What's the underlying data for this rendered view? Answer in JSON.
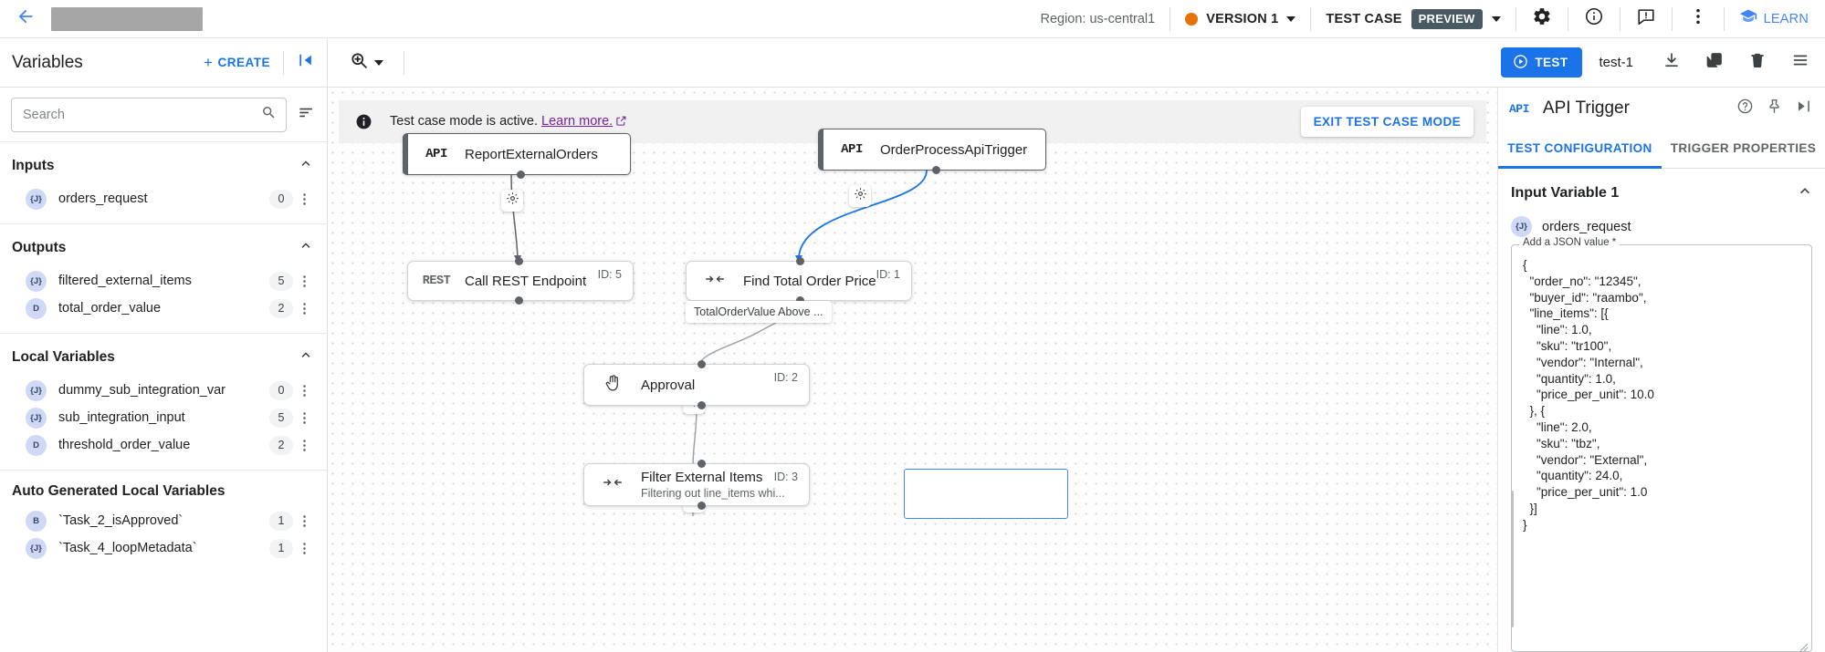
{
  "topbar": {
    "back_icon": "arrow-left-icon",
    "region": "Region: us-central1",
    "version_label": "VERSION 1",
    "version_dot_color": "#e8710a",
    "testcase_label": "TEST CASE",
    "preview_chip": "PREVIEW",
    "icons": [
      "gear-icon",
      "info-icon",
      "feedback-icon",
      "more-vert-icon"
    ],
    "learn_label": "LEARN"
  },
  "secondbar": {
    "panel_title": "Variables",
    "create_label": "CREATE",
    "create_plus": "+",
    "collapse_icon": "collapse-left-icon",
    "zoom_icon": "zoom-icon",
    "test_label": "TEST",
    "test_name": "test-1",
    "tools": [
      "download-icon",
      "copy-icon",
      "delete-icon",
      "list-icon"
    ]
  },
  "sidebar": {
    "search_placeholder": "Search",
    "search_value": "",
    "groups": [
      {
        "title": "Inputs",
        "collapsible": true,
        "items": [
          {
            "type": "{J}",
            "name": "orders_request",
            "count": "0"
          }
        ]
      },
      {
        "title": "Outputs",
        "collapsible": true,
        "items": [
          {
            "type": "{J}",
            "name": "filtered_external_items",
            "count": "5"
          },
          {
            "type": "D",
            "name": "total_order_value",
            "count": "2"
          }
        ]
      },
      {
        "title": "Local Variables",
        "collapsible": true,
        "items": [
          {
            "type": "{J}",
            "name": "dummy_sub_integration_var",
            "count": "0"
          },
          {
            "type": "{J}",
            "name": "sub_integration_input",
            "count": "5"
          },
          {
            "type": "D",
            "name": "threshold_order_value",
            "count": "2"
          }
        ]
      },
      {
        "title": "Auto Generated Local Variables",
        "collapsible": false,
        "items": [
          {
            "type": "B",
            "name": "`Task_2_isApproved`",
            "count": "1"
          },
          {
            "type": "{J}",
            "name": "`Task_4_loopMetadata`",
            "count": "1"
          }
        ]
      }
    ]
  },
  "canvas": {
    "banner_text": "Test case mode is active.",
    "banner_link": "Learn more.",
    "exit_button": "EXIT TEST CASE MODE",
    "nodes": [
      {
        "id": "n1",
        "icon": "API",
        "icon_kind": "api",
        "title": "ReportExternalOrders",
        "subtitle": "",
        "idlabel": "",
        "style": "bold-left"
      },
      {
        "id": "n2",
        "icon": "API",
        "icon_kind": "api",
        "title": "OrderProcessApiTrigger",
        "subtitle": "",
        "idlabel": "",
        "style": "bold-left"
      },
      {
        "id": "n3",
        "icon": "REST",
        "icon_kind": "rest",
        "title": "Call REST Endpoint",
        "subtitle": "",
        "idlabel": "ID: 5",
        "style": "plain"
      },
      {
        "id": "n4",
        "icon": "mapping-icon",
        "icon_kind": "mapping",
        "title": "Find Total Order Price",
        "subtitle": "",
        "idlabel": "ID: 1",
        "style": "plain"
      },
      {
        "id": "n5",
        "icon": "hand-icon",
        "icon_kind": "hand",
        "title": "Approval",
        "subtitle": "",
        "idlabel": "ID: 2",
        "style": "plain"
      },
      {
        "id": "n6",
        "icon": "mapping-icon",
        "icon_kind": "mapping",
        "title": "Filter External Items",
        "subtitle": "Filtering out line_items whi...",
        "idlabel": "ID: 3",
        "style": "plain"
      }
    ],
    "edge_label": "TotalOrderValue Above ..."
  },
  "rightpanel": {
    "api_tag": "API",
    "title": "API Trigger",
    "header_icons": [
      "help-icon",
      "pin-icon",
      "collapse-right-icon"
    ],
    "tabs": [
      {
        "label": "TEST CONFIGURATION",
        "active": true
      },
      {
        "label": "TRIGGER PROPERTIES",
        "active": false
      }
    ],
    "section_title": "Input Variable 1",
    "variable_type": "{J}",
    "variable_name": "orders_request",
    "json_label": "Add a JSON value *",
    "json_value": "{\n  \"order_no\": \"12345\",\n  \"buyer_id\": \"raambo\",\n  \"line_items\": [{\n    \"line\": 1.0,\n    \"sku\": \"tr100\",\n    \"vendor\": \"Internal\",\n    \"quantity\": 1.0,\n    \"price_per_unit\": 10.0\n  }, {\n    \"line\": 2.0,\n    \"sku\": \"tbz\",\n    \"vendor\": \"External\",\n    \"quantity\": 24.0,\n    \"price_per_unit\": 1.0\n  }]\n}"
  }
}
